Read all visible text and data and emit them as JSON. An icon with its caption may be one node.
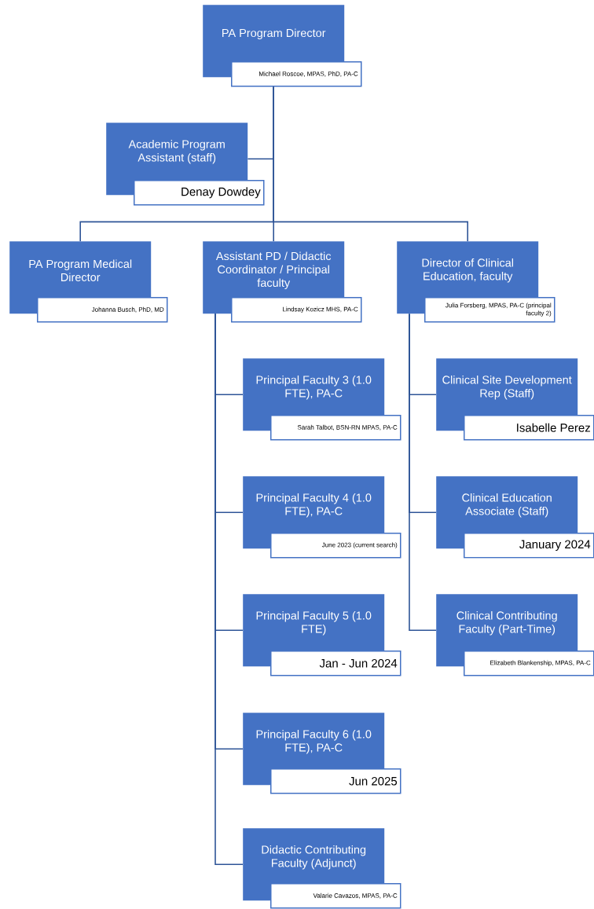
{
  "diagram": {
    "nodes": [
      {
        "text": [
          "PA Program Director",
          "Michael Roscoe, MPAS, PhD, PA-C"
        ]
      },
      {
        "text": [
          "Academic Program Assistant (staff)",
          "Denay Dowdey"
        ]
      },
      {
        "text": [
          "PA Program Medical Director",
          "Johanna Busch, PhD, MD"
        ]
      },
      {
        "text": [
          "Assistant PD / Didactic Coordinator / Principal faculty",
          "Lindsay Kozicz MHS, PA-C"
        ]
      },
      {
        "text": [
          "Director of Clinical Education, faculty",
          "Julia Forsberg, MPAS, PA-C (principal faculty 2)"
        ]
      },
      {
        "text": [
          "Principal Faculty 3 (1.0 FTE), PA-C",
          "Sarah Talbot, BSN-RN MPAS, PA-C"
        ]
      },
      {
        "text": [
          "Clinical Site Development Rep (Staff)",
          "Isabelle Perez"
        ]
      },
      {
        "text": [
          "Principal Faculty 4 (1.0 FTE), PA-C",
          "June 2023 (current search)"
        ]
      },
      {
        "text": [
          "Clinical Education Associate (Staff)",
          "January 2024"
        ]
      },
      {
        "text": [
          "Principal Faculty 5 (1.0 FTE)",
          "Jan - Jun 2024"
        ]
      },
      {
        "text": [
          "Clinical Contributing Faculty (Part-Time)",
          "Elizabeth Blankenship, MPAS, PA-C"
        ]
      },
      {
        "text": [
          "Principal Faculty 6 (1.0 FTE), PA-C",
          "Jun 2025"
        ]
      },
      {
        "text": [
          "Didactic Contributing Faculty (Adjunct)",
          "Valarie Cavazos, MPAS, PA-C"
        ]
      }
    ],
    "edges": [
      {
        "from": 0,
        "to": 1,
        "arrow": "none"
      },
      {
        "from": 0,
        "to": 2,
        "arrow": "none"
      },
      {
        "from": 0,
        "to": 3,
        "arrow": "none"
      },
      {
        "from": 0,
        "to": 4,
        "arrow": "none"
      },
      {
        "from": 3,
        "to": 5,
        "arrow": "none"
      },
      {
        "from": 3,
        "to": 7,
        "arrow": "none"
      },
      {
        "from": 3,
        "to": 9,
        "arrow": "none"
      },
      {
        "from": 3,
        "to": 11,
        "arrow": "none"
      },
      {
        "from": 3,
        "to": 12,
        "arrow": "none"
      },
      {
        "from": 4,
        "to": 6,
        "arrow": "none"
      },
      {
        "from": 4,
        "to": 8,
        "arrow": "none"
      },
      {
        "from": 4,
        "to": 10,
        "arrow": "none"
      }
    ]
  }
}
